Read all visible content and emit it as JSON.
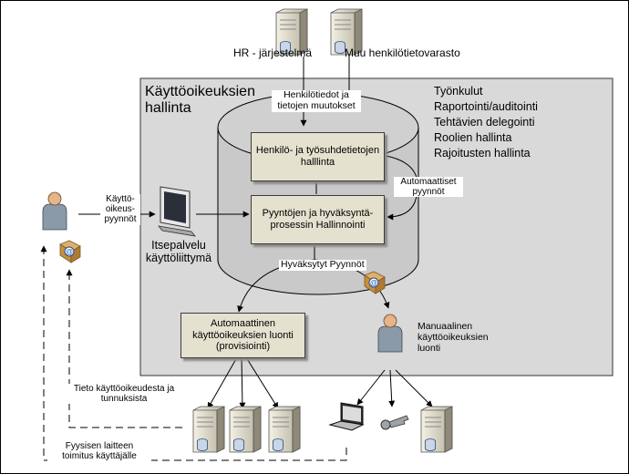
{
  "area": {
    "title": "Käyttöoikeuksien hallinta"
  },
  "functions": [
    "Työnkulut",
    "Raportointi/auditointi",
    "Tehtävien delegointi",
    "Roolien hallinta",
    "Rajoitusten hallinta"
  ],
  "sources": {
    "hr": "HR - järjestelmä",
    "other": "Muu henkilötietovarasto"
  },
  "flows": {
    "person_data": "Henkilötiedot ja tietojen muutokset",
    "auto_requests": "Automaattiset pyynnöt",
    "approved": "Hyväksytyt Pyynnöt",
    "access_requests": "Käyttö-oikeus-pyynnöt",
    "access_info": "Tieto käyttöoikeudesta ja tunnuksista",
    "physical_delivery": "Fyysisen laitteen toimitus käyttäjälle"
  },
  "boxes": {
    "person_mgmt": "Henkilö- ja työsuhdetietojen halllinta",
    "request_mgmt": "Pyyntöjen ja hyväksyntä-prosessin Hallinnointi",
    "auto_provision": "Automaattinen käyttöoikeuksien luonti (provisiointi)"
  },
  "actors": {
    "self_service": "Itsepalvelu käyttöliittymä",
    "manual": "Manuaalinen käyttöoikeuksien luonti"
  },
  "colors": {
    "box_fill": "#e4e2cf",
    "area_fill": "#d9d9d9",
    "cylinder_fill": "#c9c9c9",
    "person_body": "#8a9aa8",
    "person_head": "#e8b48a"
  }
}
